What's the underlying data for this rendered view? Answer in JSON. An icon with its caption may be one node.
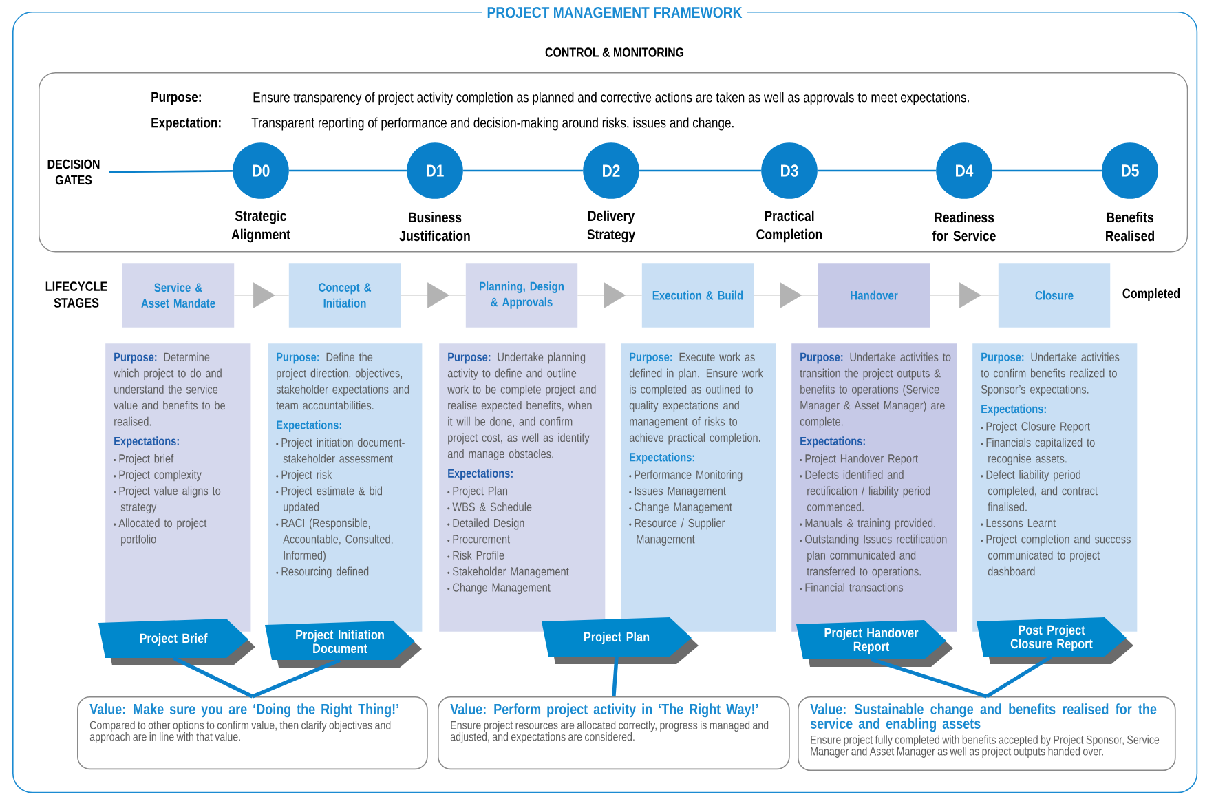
{
  "diagram": {
    "title": "PROJECT MANAGEMENT FRAMEWORK",
    "nodes": [
      {
        "text": [],
        "shape": "box"
      },
      {
        "text": [
          "CONTROL & MONITORING",
          "Purpose:",
          "Ensure transparency of project activity completion as planned and corrective actions are taken as well as approvals to meet expectations.",
          "Expectation:",
          "Transparent reporting of performance and decision-making around risks, issues and change."
        ],
        "in": 0
      },
      {
        "text": [
          "DECISION GATES"
        ],
        "in": 1
      },
      {
        "text": [
          "D0"
        ],
        "beside": [
          "Strategic Alignment"
        ],
        "in": 1
      },
      {
        "text": [
          "D1"
        ],
        "beside": [
          "Business Justification"
        ],
        "in": 1
      },
      {
        "text": [
          "D2"
        ],
        "beside": [
          "Delivery Strategy"
        ],
        "in": 1
      },
      {
        "text": [
          "D3"
        ],
        "beside": [
          "Practical Completion"
        ],
        "in": 1
      },
      {
        "text": [
          "D4"
        ],
        "beside": [
          "Readiness for Service"
        ],
        "in": 1
      },
      {
        "text": [
          "D5"
        ],
        "beside": [
          "Benefits Realised"
        ],
        "in": 1
      },
      {
        "text": [
          "Service & Asset Mandate"
        ],
        "in": 0
      },
      {
        "text": [
          "Concept & Initiation"
        ],
        "in": 0
      },
      {
        "text": [
          "Planning, Design & Approvals"
        ],
        "in": 0
      },
      {
        "text": [
          "Execution & Build"
        ],
        "in": 0
      },
      {
        "text": [
          "Handover"
        ],
        "in": 0
      },
      {
        "text": [
          "Closure"
        ],
        "in": 0
      },
      {
        "text": [
          "Purpose:",
          "Determine which project to do and understand the service value and benefits to be realised.",
          "Expectations:",
          "Project brief",
          "Project complexity",
          "Project value aligns to strategy",
          "Allocated to project portfolio"
        ],
        "in": 0
      },
      {
        "text": [
          "Purpose:",
          "Define the project direction, objectives, stakeholder expectations and team accountabilities.",
          "Expectations:",
          "Project initiation document- stakeholder assessment",
          "Project risk",
          "Project estimate & bid updated",
          "RACI (Responsible, Accountable, Consulted, Informed)",
          "Resourcing defined"
        ],
        "in": 0
      },
      {
        "text": [
          "Purpose:",
          "Undertake planning activity to define and outline work to be complete project and realise expected benefits, when it will be done, and confirm project cost, as well as identify and manage obstacles.",
          "Expectations:",
          "Project Plan",
          "WBS & Schedule",
          "Detailed Design",
          "Procurement",
          "Risk Profile",
          "Stakeholder Management",
          "Change Management"
        ],
        "in": 0
      },
      {
        "text": [
          "Purpose:",
          "Execute work as defined in plan. Ensure work is completed as outlined to quality expectations and management of risks to achieve practical completion.",
          "Expectations:",
          "Performance Monitoring",
          "Issues Management",
          "Change Management",
          "Resource / Supplier Management"
        ],
        "in": 0
      },
      {
        "text": [
          "Purpose:",
          "Undertake activities to transition the project outputs & benefits to operations (Service Manager & Asset Manager) are complete.",
          "Expectations:",
          "Project Handover Report",
          "Defects identified and rectification / liability period commenced.",
          "Manuals & training provided.",
          "Outstanding Issues rectification plan communicated and transferred to operations.",
          "Financial transactions"
        ],
        "in": 0
      },
      {
        "text": [
          "Purpose:",
          "Undertake activities to confirm benefits realized to Sponsor’s expectations.",
          "Expectations:",
          "Project Closure Report",
          "Financials capitalized to recognise assets.",
          "Defect liability period completed, and contract finalised.",
          "Lessons Learnt",
          "Project completion and success communicated to project dashboard"
        ],
        "in": 0
      },
      {
        "text": [
          "Project Brief"
        ],
        "in": 0
      },
      {
        "text": [
          "Project Initiation Document"
        ],
        "in": 0
      },
      {
        "text": [
          "Project Plan"
        ],
        "in": 0
      },
      {
        "text": [
          "Project Handover Report"
        ],
        "in": 0
      },
      {
        "text": [
          "Post Project Closure Report"
        ],
        "in": 0
      },
      {
        "text": [
          "Value: Make sure you are ‘Doing the Right Thing!’",
          "Compared to other options to confirm value, then clarify objectives and approach are in line with that value."
        ],
        "in": 0
      },
      {
        "text": [
          "Value: Perform project activity in ‘The Right Way!’",
          "Ensure project resources are allocated correctly, progress is managed and adjusted, and expectations are considered."
        ],
        "in": 0
      },
      {
        "text": [
          "Value: Sustainable change and benefits realised for the service and enabling assets",
          "Ensure project fully completed with benefits accepted by Project Sponsor, Service Manager and Asset Manager as well as project outputs handed over."
        ],
        "in": 0
      }
    ],
    "edges": [
      {
        "from": 2,
        "to": 3,
        "arrow": "none"
      },
      {
        "from": 3,
        "to": 4,
        "arrow": "none"
      },
      {
        "from": 4,
        "to": 5,
        "arrow": "none"
      },
      {
        "from": 5,
        "to": 6,
        "arrow": "none"
      },
      {
        "from": 6,
        "to": 7,
        "arrow": "none"
      },
      {
        "from": 7,
        "to": 8,
        "arrow": "none"
      },
      {
        "from": 9,
        "to": 10,
        "arrow": "to",
        "color": "#b3b3b3"
      },
      {
        "from": 10,
        "to": 11,
        "arrow": "to",
        "color": "#b3b3b3"
      },
      {
        "from": 11,
        "to": 12,
        "arrow": "to",
        "color": "#b3b3b3"
      },
      {
        "from": 12,
        "to": 13,
        "arrow": "to",
        "color": "#b3b3b3"
      },
      {
        "from": 13,
        "to": 14,
        "arrow": "to",
        "color": "#b3b3b3"
      },
      {
        "from": 21,
        "to": 26,
        "arrow": "none",
        "style": "thick"
      },
      {
        "from": 22,
        "to": 26,
        "arrow": "none",
        "style": "thick"
      },
      {
        "from": 23,
        "to": 27,
        "arrow": "none",
        "style": "thick"
      },
      {
        "from": 24,
        "to": 28,
        "arrow": "none",
        "style": "thick"
      },
      {
        "from": 25,
        "to": 28,
        "arrow": "none",
        "style": "thick"
      }
    ],
    "labels": [
      "LIFECYCLE STAGES",
      "Completed"
    ]
  }
}
